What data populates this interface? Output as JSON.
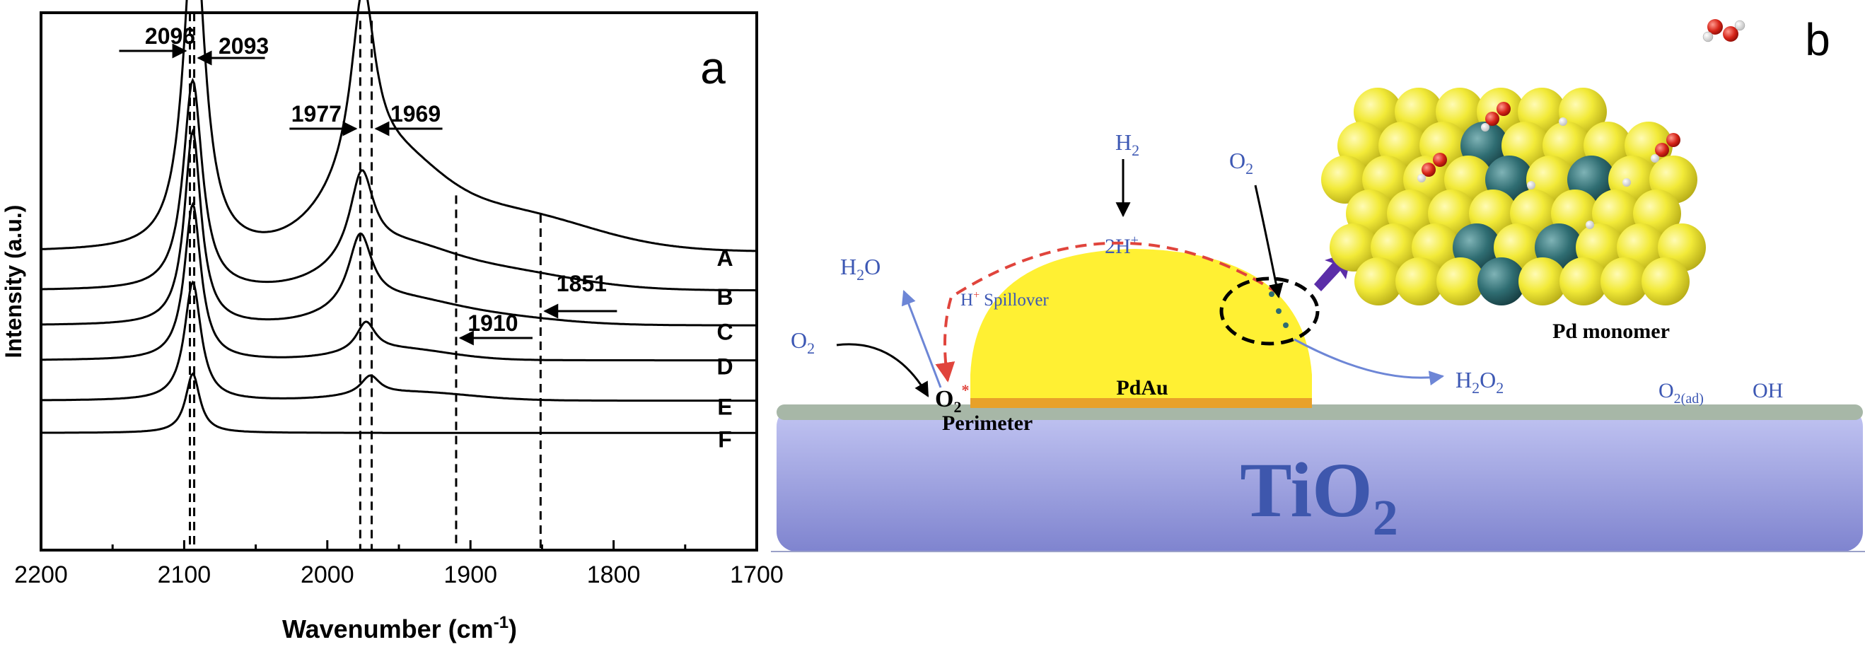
{
  "panel_a": {
    "label": "a",
    "chart_data": {
      "type": "line",
      "xlabel": "Wavenumber (cm",
      "xlabel_sup": "-1",
      "xlabel_close": ")",
      "ylabel": "Intensity (a.u.)",
      "xlim": [
        2200,
        1700
      ],
      "x_reversed": true,
      "x_ticks": [
        2200,
        2100,
        2000,
        1900,
        1800,
        1700
      ],
      "y_ticks_shown": false,
      "grid": false,
      "series": [
        {
          "name": "A",
          "baseline": 0.555,
          "peaks": [
            [
              2093,
              0.62,
              9
            ],
            [
              1975,
              0.34,
              10
            ]
          ],
          "shoulders": [
            [
              1960,
              0.14,
              35
            ],
            [
              1880,
              0.075,
              60
            ]
          ]
        },
        {
          "name": "B",
          "baseline": 0.483,
          "peaks": [
            [
              2094,
              0.39,
              8
            ],
            [
              1976,
              0.16,
              10
            ]
          ],
          "shoulders": [
            [
              1955,
              0.06,
              35
            ],
            [
              1890,
              0.04,
              55
            ]
          ]
        },
        {
          "name": "C",
          "baseline": 0.418,
          "peaks": [
            [
              2094,
              0.36,
              7
            ],
            [
              1977,
              0.135,
              10
            ]
          ],
          "shoulders": [
            [
              1955,
              0.035,
              35
            ],
            [
              1900,
              0.02,
              50
            ]
          ]
        },
        {
          "name": "D",
          "baseline": 0.353,
          "peaks": [
            [
              2094,
              0.29,
              7
            ],
            [
              1973,
              0.055,
              8
            ]
          ],
          "shoulders": [
            [
              1950,
              0.02,
              35
            ]
          ]
        },
        {
          "name": "E",
          "baseline": 0.278,
          "peaks": [
            [
              2094,
              0.22,
              7
            ],
            [
              1970,
              0.035,
              8
            ]
          ],
          "shoulders": [
            [
              1940,
              0.015,
              40
            ]
          ]
        },
        {
          "name": "F",
          "baseline": 0.218,
          "peaks": [
            [
              2094,
              0.11,
              6
            ]
          ],
          "shoulders": []
        }
      ],
      "reference_lines": [
        {
          "x": 2096,
          "y_top": 1.0
        },
        {
          "x": 2093,
          "y_top": 1.0
        },
        {
          "x": 1977,
          "y_top": 0.985
        },
        {
          "x": 1969,
          "y_top": 0.985
        },
        {
          "x": 1910,
          "y_top": 0.66
        },
        {
          "x": 1851,
          "y_top": 0.625
        }
      ],
      "annotations": [
        {
          "text": "2096",
          "x": 2096,
          "arrow": "right"
        },
        {
          "text": "2093",
          "x": 2093,
          "arrow": "left"
        },
        {
          "text": "1977",
          "x": 1977,
          "arrow": "right"
        },
        {
          "text": "1969",
          "x": 1969,
          "arrow": "left"
        },
        {
          "text": "1910",
          "x": 1910,
          "arrow": "left"
        },
        {
          "text": "1851",
          "x": 1851,
          "arrow": "left"
        }
      ]
    }
  },
  "panel_b": {
    "label": "b",
    "substrate": "TiO",
    "substrate_sub": "2",
    "particle": "PdAu",
    "perimeter": "Perimeter",
    "spillover": "H",
    "spillover_sup": "+",
    "spillover_word": "Spillover",
    "h2": "H",
    "h2_sub": "2",
    "two_h": "2H",
    "two_h_sup": "+",
    "o2_left": "O",
    "o2_left_sub": "2",
    "o2_star": "O",
    "o2_star_sub": "2",
    "o2_star_sup": "*",
    "h2o": "H",
    "h2o_sub": "2",
    "h2o_end": "O",
    "o2_top": "O",
    "o2_top_sub": "2",
    "h2o2_pre": "H",
    "h2o2_sub1": "2",
    "h2o2_mid": "O",
    "h2o2_sub2": "2",
    "o2ad": "O",
    "o2ad_sub": "2(ad)",
    "oh": "OH",
    "inset_label": "Pd monomer",
    "colors": {
      "substrate_top": "#b9bdf0",
      "substrate_bottom": "#7d82cc",
      "substrate_text": "#3e57ad",
      "support_layer": "#a7b7a7",
      "particle": "#fff033",
      "interface": "#e8a12a",
      "spillover_arrow": "#e0443c",
      "product_arrow": "#6d86d6",
      "label_blue": "#3d58b4",
      "au_atom": "#f4ee3c",
      "pd_atom": "#2f6d72",
      "oxygen": "#d9201a",
      "purple_arrow": "#5b2ea8"
    }
  }
}
